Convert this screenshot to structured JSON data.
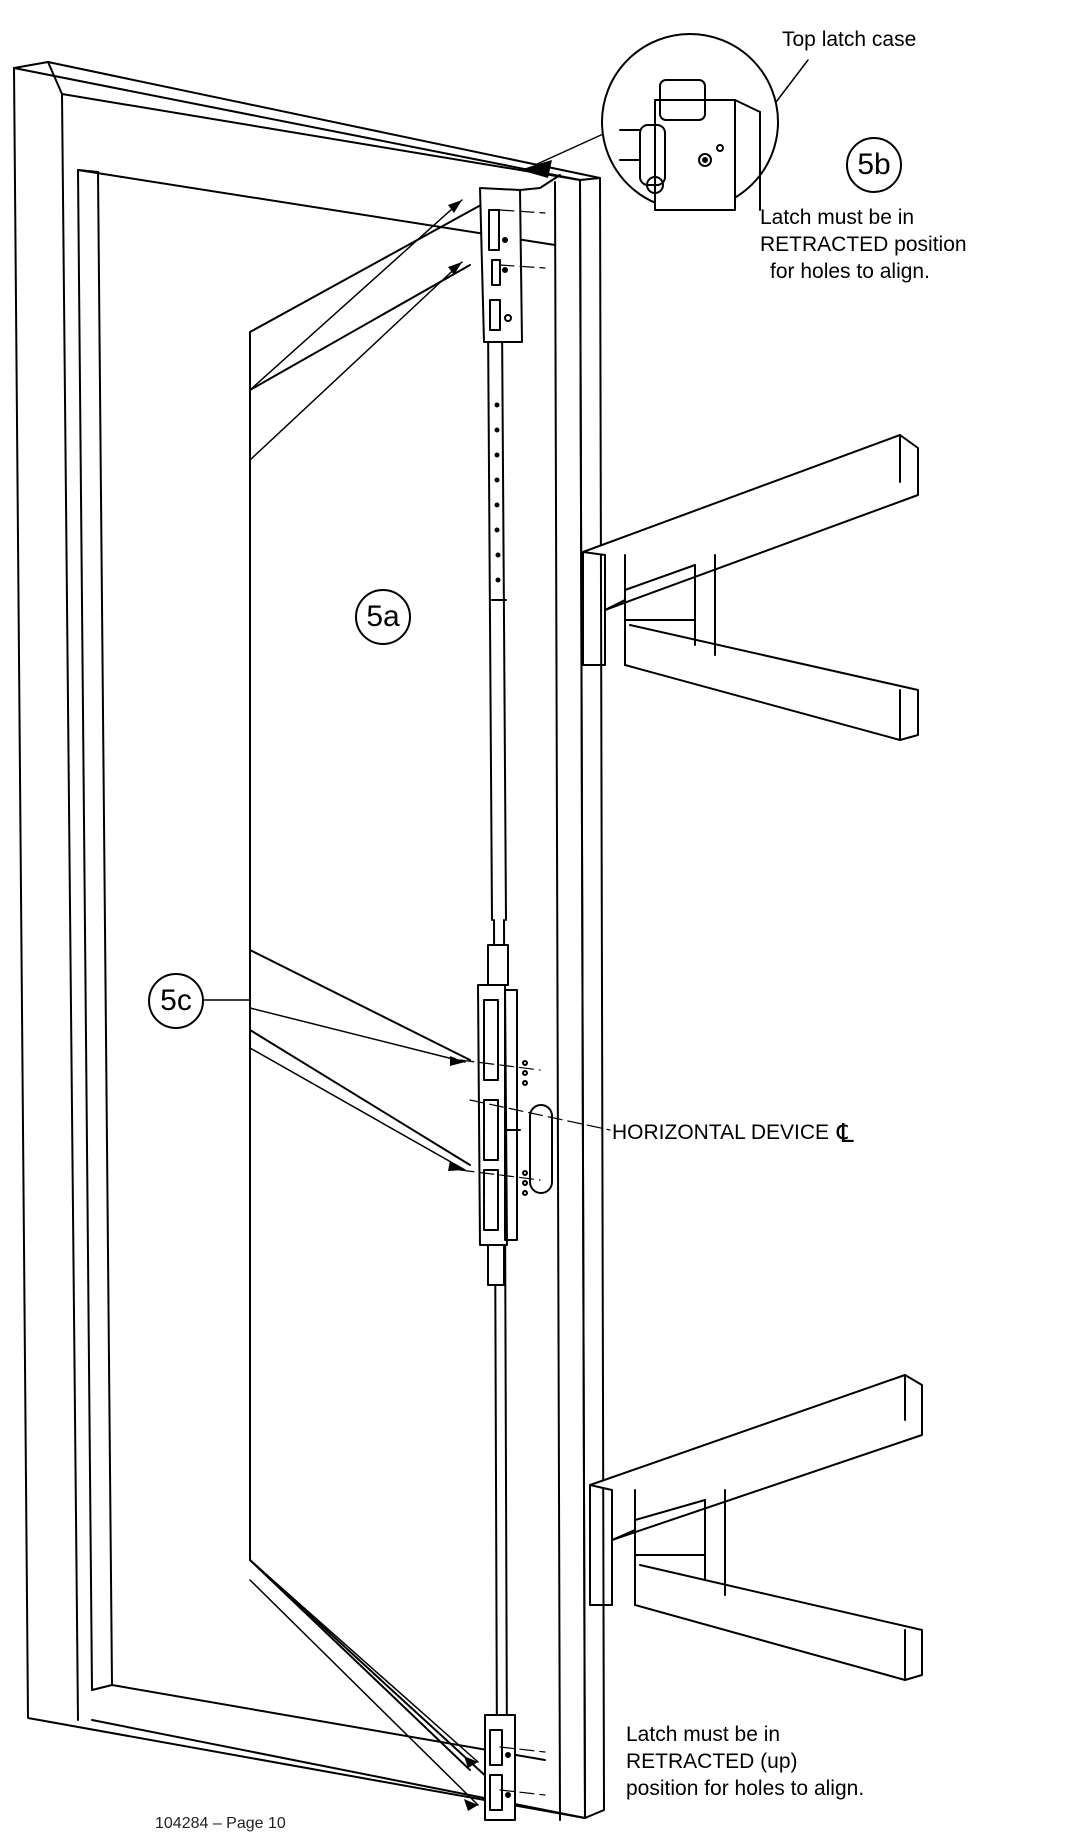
{
  "callouts": {
    "a": "5a",
    "b": "5b",
    "c": "5c"
  },
  "labels": {
    "top_latch_case": "Top latch case",
    "note_top_line1": "Latch must be in",
    "note_top_line2": "RETRACTED position",
    "note_top_line3": "for holes to align.",
    "horizontal_device": "HORIZONTAL DEVICE",
    "centerline_symbol": "℄",
    "note_bottom_line1": "Latch must be in",
    "note_bottom_line2": "RETRACTED (up)",
    "note_bottom_line3": "position for holes to align."
  },
  "footer": {
    "text": "104284 – Page 10"
  }
}
